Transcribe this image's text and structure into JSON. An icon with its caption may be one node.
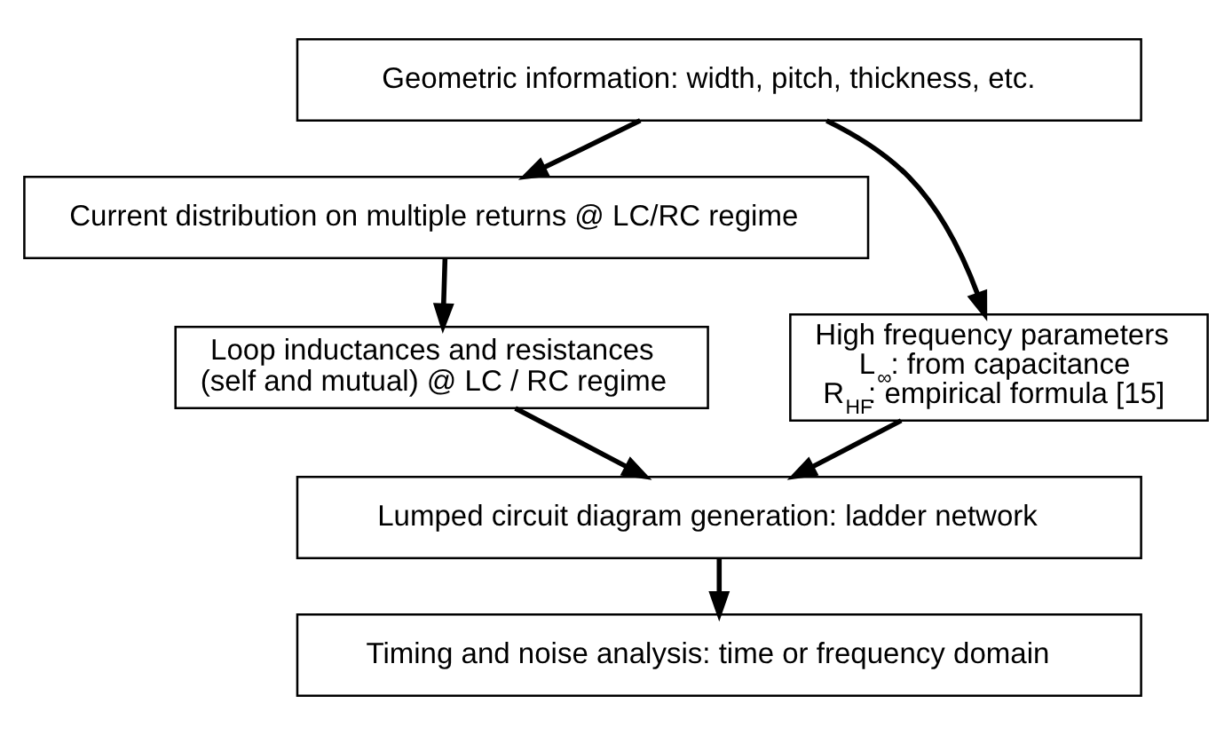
{
  "diagram": {
    "nodes": [
      {
        "text": [
          "Geometric information: width, pitch, thickness, etc."
        ]
      },
      {
        "text": [
          "Current distribution on multiple returns @ LC/RC regime"
        ]
      },
      {
        "text": [
          "Loop inductances and resistances (self and mutual) @ LC / RC regime"
        ]
      },
      {
        "text": [
          "High frequency parameters",
          "L$_{∞}$: from capacitance",
          "R$_{HF}$: empirical formula [15]"
        ]
      },
      {
        "text": [
          "Lumped circuit diagram generation: ladder network"
        ]
      },
      {
        "text": [
          "Timing and noise analysis: time or frequency domain"
        ]
      }
    ],
    "edges": [
      {
        "from": 0,
        "to": 1,
        "arrow": "to"
      },
      {
        "from": 0,
        "to": 3,
        "arrow": "to"
      },
      {
        "from": 1,
        "to": 2,
        "arrow": "to"
      },
      {
        "from": 2,
        "to": 4,
        "arrow": "to"
      },
      {
        "from": 3,
        "to": 4,
        "arrow": "to"
      },
      {
        "from": 4,
        "to": 5,
        "arrow": "to"
      }
    ]
  }
}
